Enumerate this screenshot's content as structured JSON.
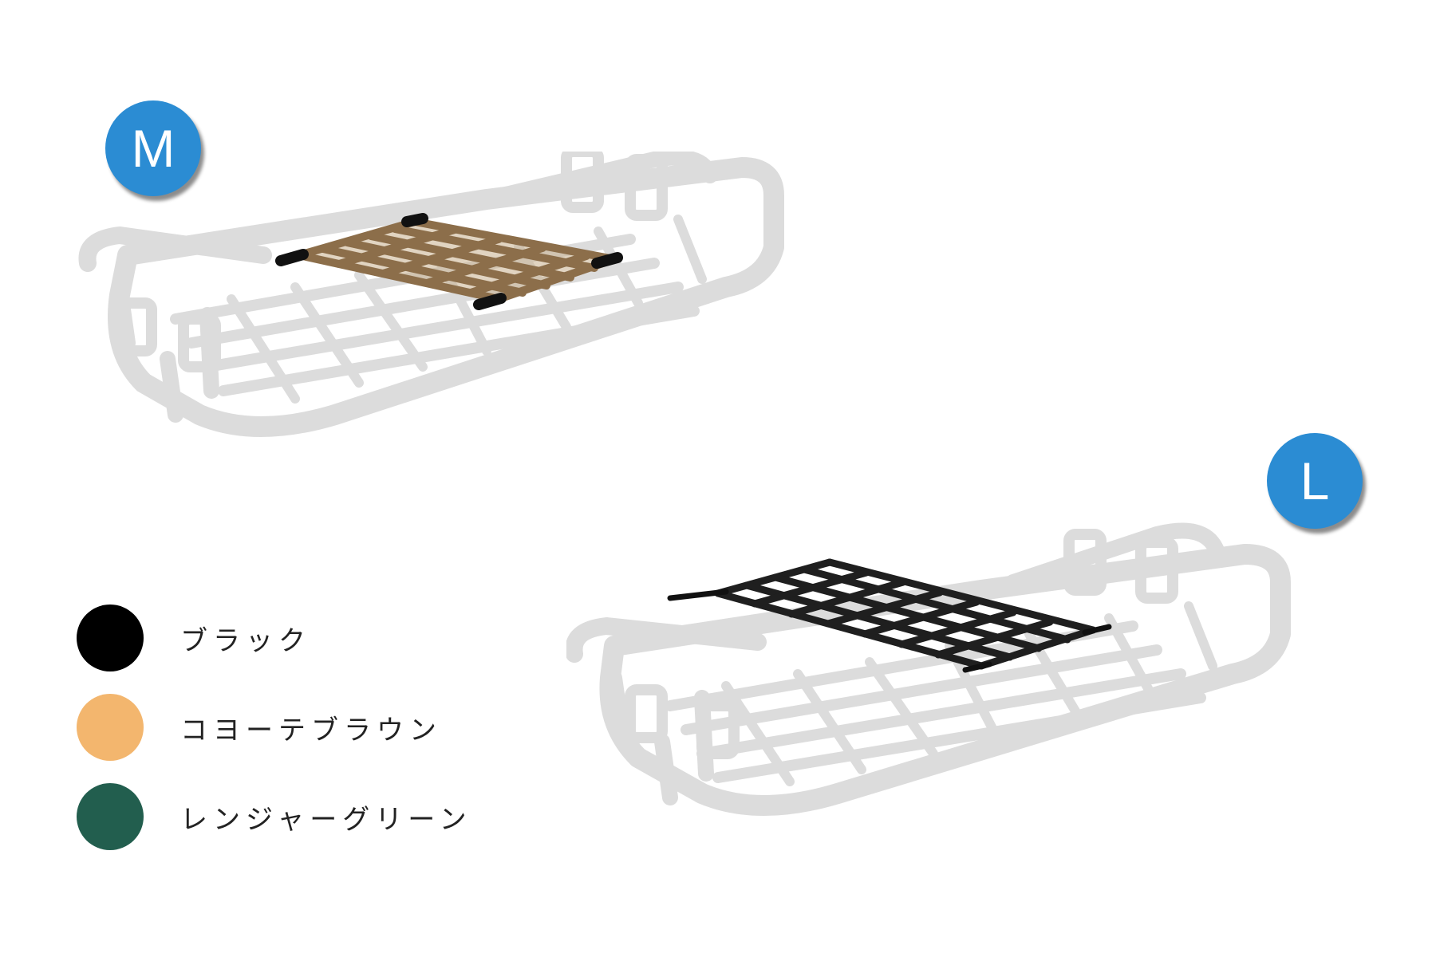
{
  "products": [
    {
      "size_label": "M",
      "accent_color": "#8C6E4A"
    },
    {
      "size_label": "L",
      "accent_color": "#1F1F1F"
    }
  ],
  "badge_color": "#2B8CD3",
  "rack_color": "#DCDCDC",
  "legend": [
    {
      "label": "ブラック",
      "color": "#000000"
    },
    {
      "label": "コヨーテブラウン",
      "color": "#F3B66E"
    },
    {
      "label": "レンジャーグリーン",
      "color": "#225E4E"
    }
  ]
}
